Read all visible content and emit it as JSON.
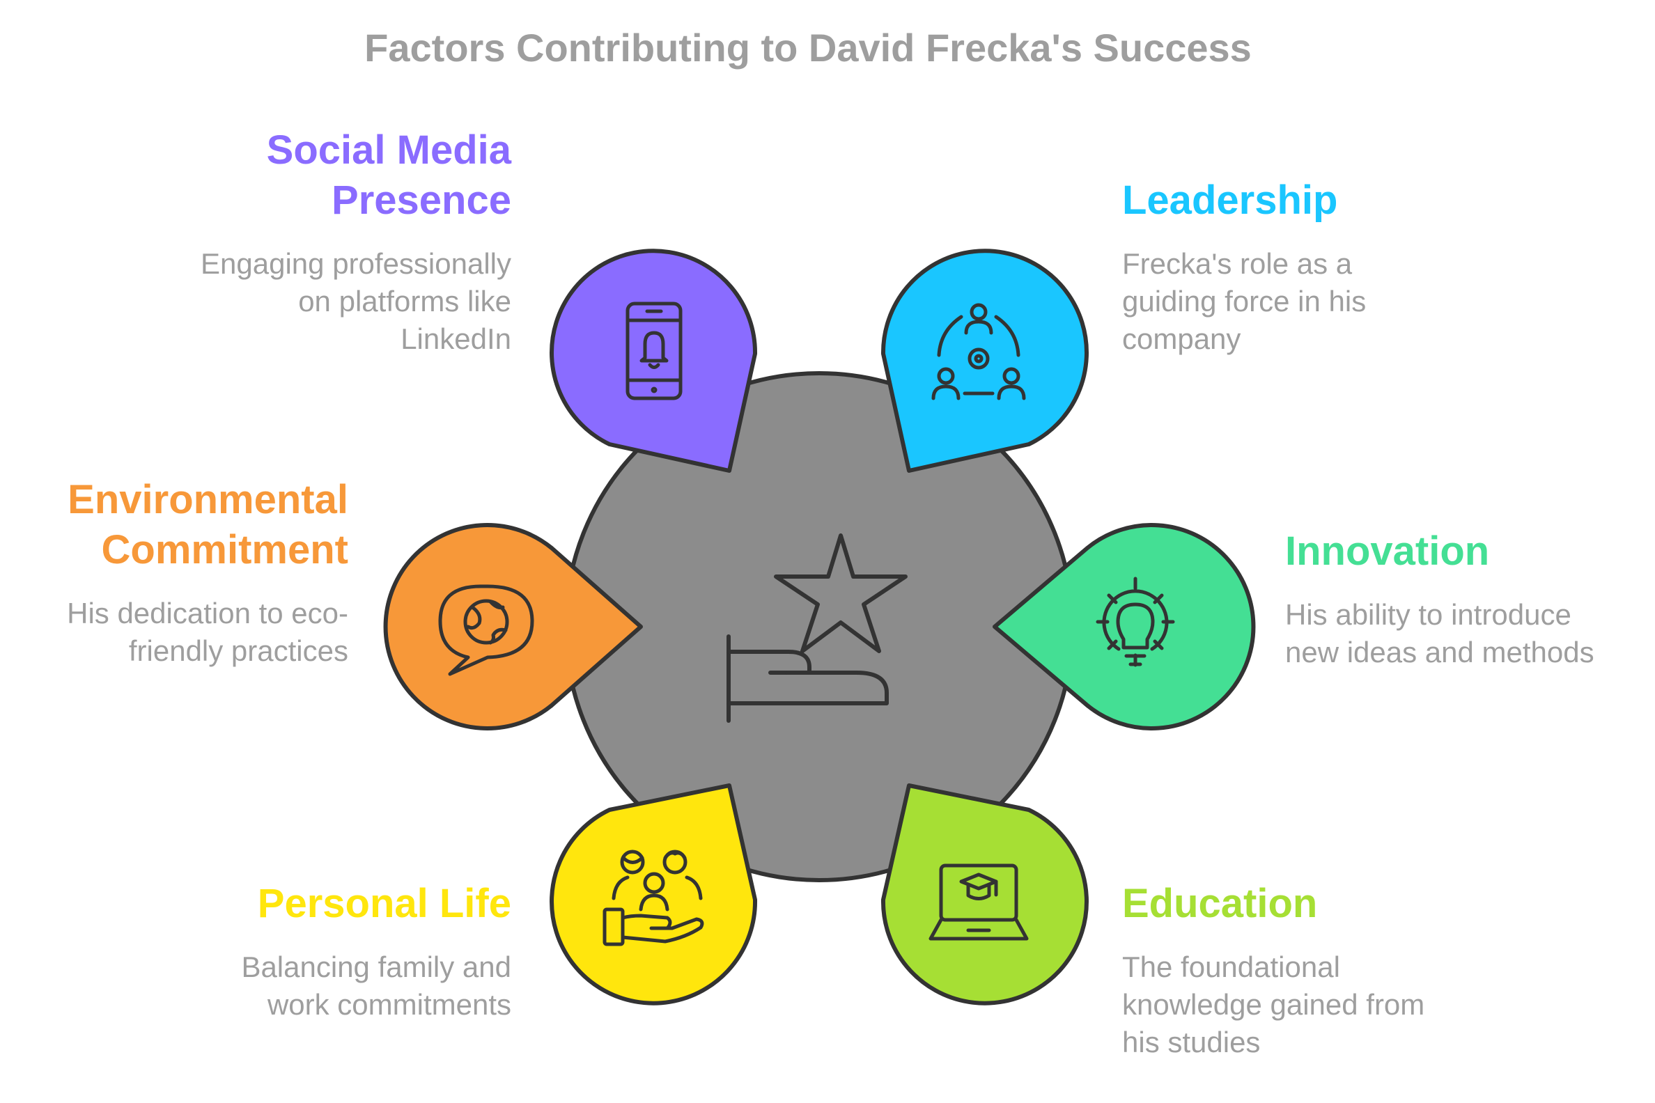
{
  "title": "Factors Contributing to David Frecka's Success",
  "center": {
    "icon": "hand-star-icon",
    "color": "#8c8c8c"
  },
  "factors": [
    {
      "key": "social",
      "title_lines": [
        "Social Media",
        "Presence"
      ],
      "desc_lines": [
        "Engaging professionally",
        "on platforms like",
        "LinkedIn"
      ],
      "color": "#8a6cff",
      "icon": "mobile-bell-icon"
    },
    {
      "key": "leadership",
      "title_lines": [
        "Leadership"
      ],
      "desc_lines": [
        "Frecka's role as a",
        "guiding force in his",
        "company"
      ],
      "color": "#1ac6ff",
      "icon": "team-gear-icon"
    },
    {
      "key": "environmental",
      "title_lines": [
        "Environmental",
        "Commitment"
      ],
      "desc_lines": [
        "His dedication to eco-",
        "friendly practices"
      ],
      "color": "#f79839",
      "icon": "globe-chat-icon"
    },
    {
      "key": "innovation",
      "title_lines": [
        "Innovation"
      ],
      "desc_lines": [
        "His ability to introduce",
        "new ideas and methods"
      ],
      "color": "#44df94",
      "icon": "gear-lightbulb-icon"
    },
    {
      "key": "personal",
      "title_lines": [
        "Personal Life"
      ],
      "desc_lines": [
        "Balancing family and",
        "work commitments"
      ],
      "color": "#ffe60d",
      "icon": "family-hand-icon"
    },
    {
      "key": "education",
      "title_lines": [
        "Education"
      ],
      "desc_lines": [
        "The foundational",
        "knowledge gained from",
        "his studies"
      ],
      "color": "#a6df34",
      "icon": "laptop-graduation-icon"
    }
  ]
}
